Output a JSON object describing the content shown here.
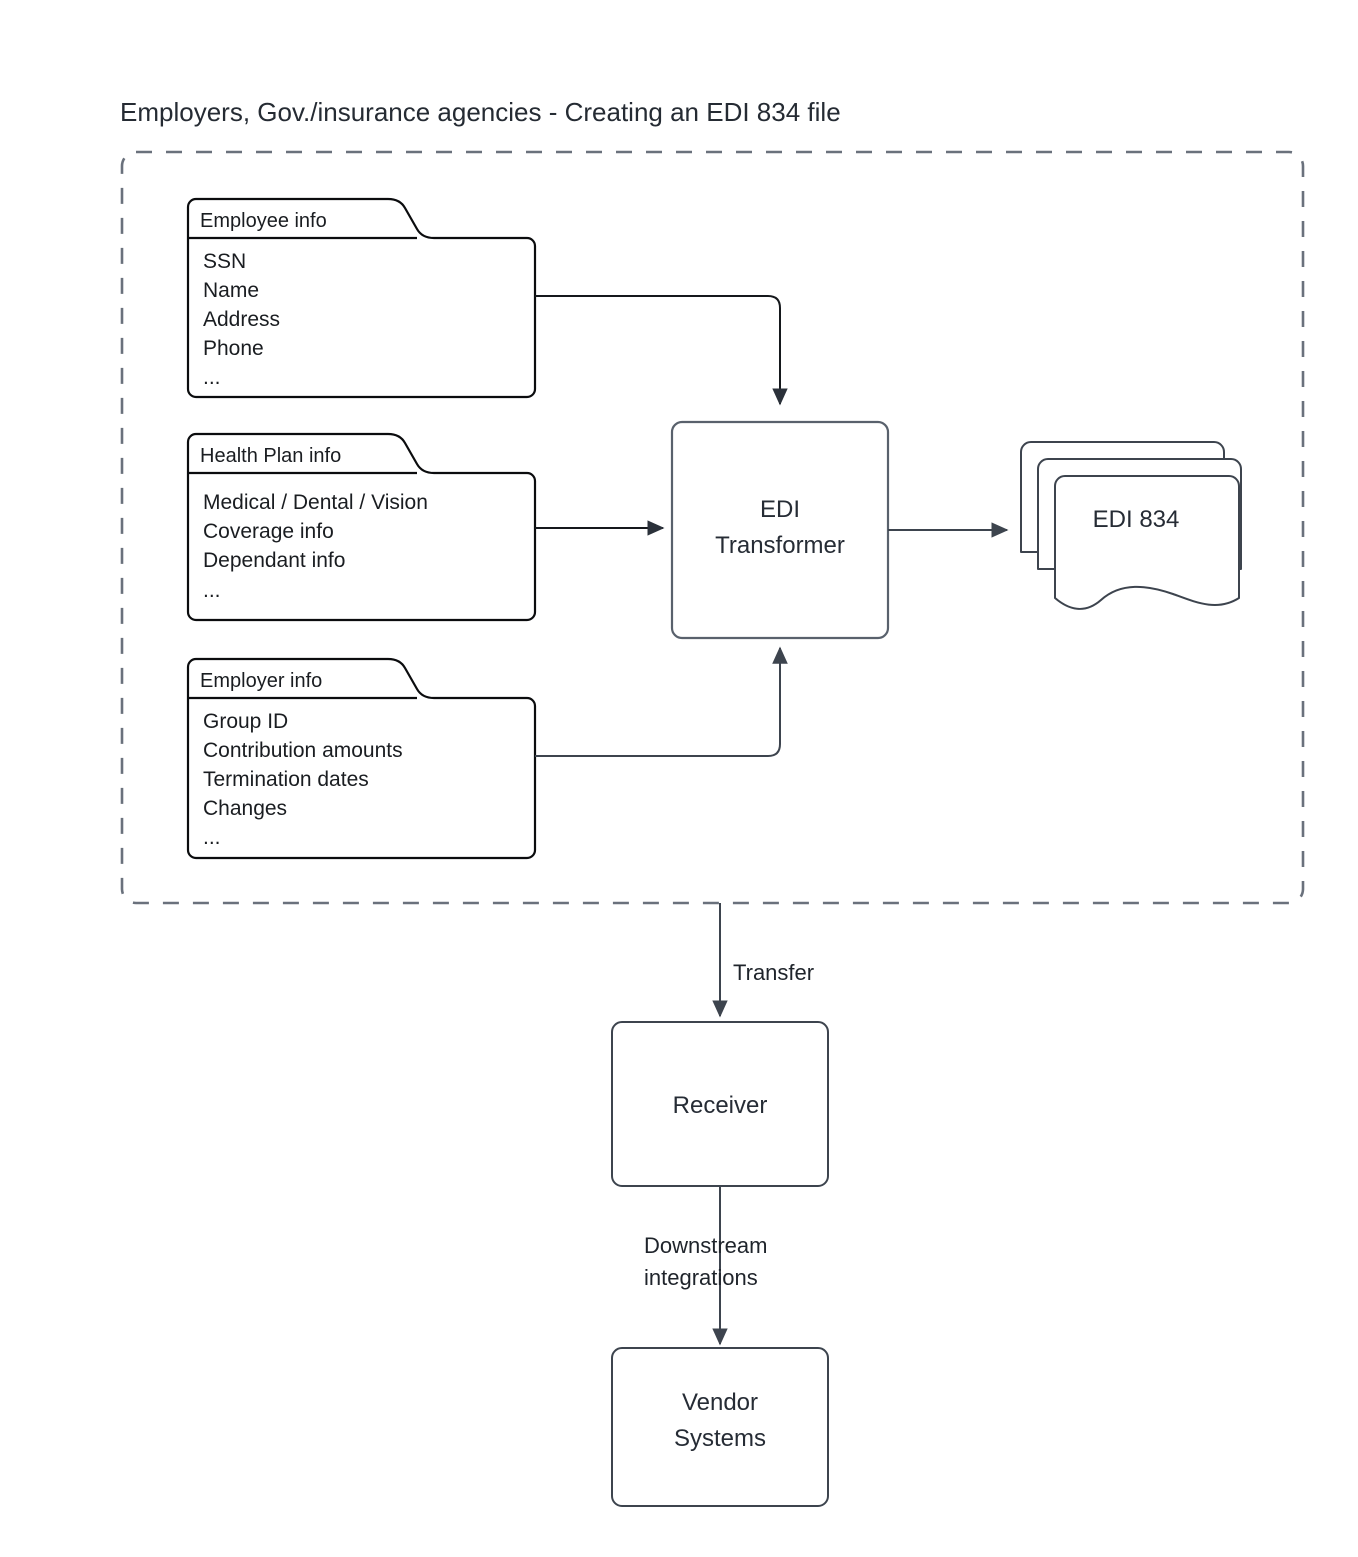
{
  "title": "Employers, Gov./insurance agencies - Creating an EDI 834 file",
  "colors": {
    "stroke_dark": "#15181c",
    "stroke_slate": "#3d444e",
    "frame_dashed": "#6a717c",
    "text": "#1a1d21",
    "title_text": "#252b33",
    "background": "#ffffff"
  },
  "group": {
    "name": "source-systems-boundary",
    "style": "dashed-rounded-rectangle"
  },
  "folders": [
    {
      "id": "employee-info",
      "title": "Employee info",
      "items": [
        "SSN",
        "Name",
        "Address",
        "Phone",
        "..."
      ]
    },
    {
      "id": "health-plan-info",
      "title": "Health Plan info",
      "items": [
        "Medical / Dental / Vision",
        "Coverage info",
        "Dependant info",
        "..."
      ]
    },
    {
      "id": "employer-info",
      "title": "Employer info",
      "items": [
        "Group ID",
        "Contribution amounts",
        "Termination dates",
        "Changes",
        "..."
      ]
    }
  ],
  "nodes": {
    "transformer": {
      "line1": "EDI",
      "line2": "Transformer"
    },
    "document_stack": {
      "label": "EDI 834",
      "sheets": 3
    },
    "receiver": {
      "label": "Receiver"
    },
    "vendor_systems": {
      "line1": "Vendor",
      "line2": "Systems"
    }
  },
  "edge_labels": {
    "transfer": "Transfer",
    "downstream_line1": "Downstream",
    "downstream_line2": "integrations"
  },
  "icons": {
    "folder": "folder-icon",
    "document_stack": "document-stack-icon",
    "arrow_head": "arrow-head-icon"
  }
}
